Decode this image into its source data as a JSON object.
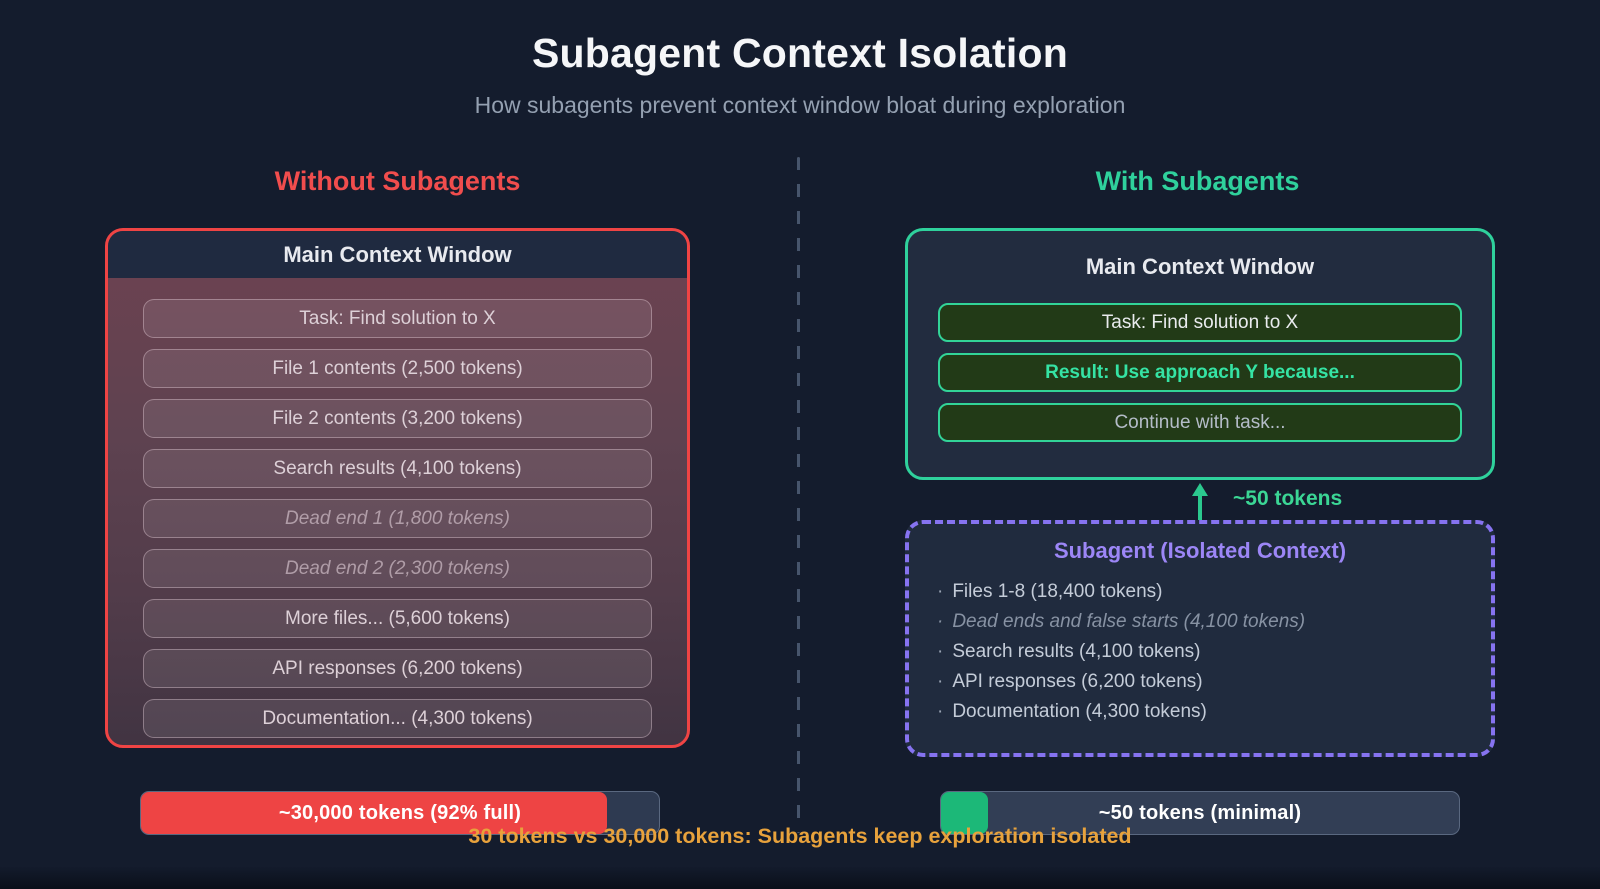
{
  "page": {
    "title": "Subagent Context Isolation",
    "subtitle": "How subagents prevent context window bloat during exploration",
    "footer": "30 tokens vs 30,000 tokens: Subagents keep exploration isolated"
  },
  "colors": {
    "red": "#EF4444",
    "red-text": "#F14D4D",
    "green": "#2FD19C",
    "green-bright": "#35E3A4",
    "purple": "#8673F0",
    "purple-text": "#9C86F6",
    "orange": "#E8A23C",
    "bg": "#141C2D"
  },
  "left_panel": {
    "heading": "Without Subagents",
    "window_title": "Main Context Window",
    "rows": [
      {
        "label": "Task: Find solution to X",
        "style": "normal"
      },
      {
        "label": "File 1 contents (2,500 tokens)",
        "style": "normal"
      },
      {
        "label": "File 2 contents (3,200 tokens)",
        "style": "normal"
      },
      {
        "label": "Search results (4,100 tokens)",
        "style": "normal"
      },
      {
        "label": "Dead end 1 (1,800 tokens)",
        "style": "italic"
      },
      {
        "label": "Dead end 2 (2,300 tokens)",
        "style": "italic"
      },
      {
        "label": "More files... (5,600 tokens)",
        "style": "normal"
      },
      {
        "label": "API responses (6,200 tokens)",
        "style": "normal"
      },
      {
        "label": "Documentation... (4,300 tokens)",
        "style": "normal"
      }
    ],
    "meter": {
      "label": "~30,000 tokens (92% full)",
      "fill_percent": 90
    }
  },
  "right_panel": {
    "heading": "With Subagents",
    "window_title": "Main Context Window",
    "rows": [
      {
        "label": "Task: Find solution to X",
        "style": "normal"
      },
      {
        "label": "Result: Use approach Y because...",
        "style": "result"
      },
      {
        "label": "Continue with task...",
        "style": "muted"
      }
    ],
    "arrow_label": "~50 tokens",
    "subagent": {
      "title": "Subagent (Isolated Context)",
      "bullet": "·",
      "items": [
        {
          "label": "Files 1-8 (18,400 tokens)",
          "style": "normal"
        },
        {
          "label": "Dead ends and false starts (4,100 tokens)",
          "style": "italic"
        },
        {
          "label": "Search results (4,100 tokens)",
          "style": "normal"
        },
        {
          "label": "API responses (6,200 tokens)",
          "style": "normal"
        },
        {
          "label": "Documentation (4,300 tokens)",
          "style": "normal"
        }
      ]
    },
    "meter": {
      "label": "~50 tokens (minimal)",
      "fill_percent": 9
    }
  }
}
